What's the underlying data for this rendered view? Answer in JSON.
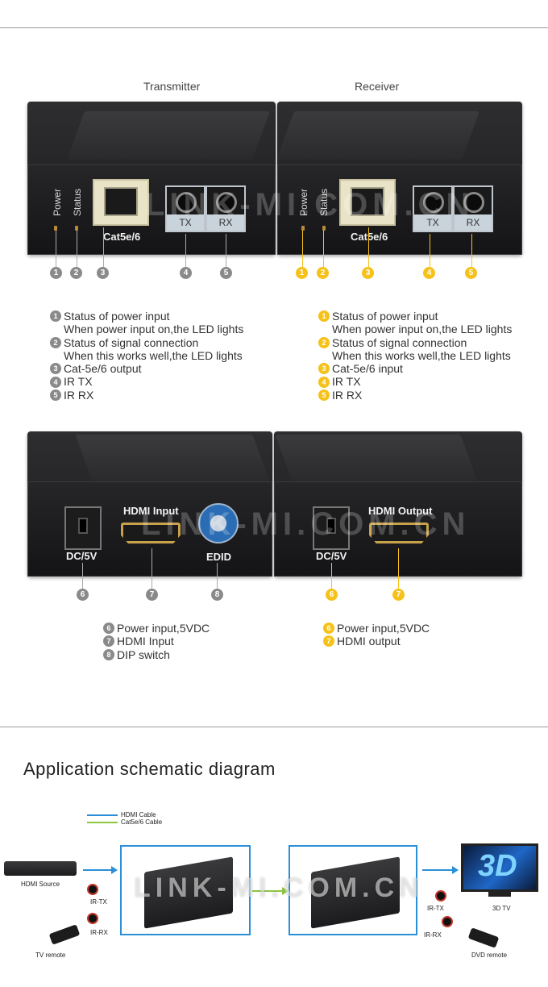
{
  "headers": {
    "transmitter": "Transmitter",
    "receiver": "Receiver"
  },
  "watermark": "LINK-MI.COM.CN",
  "front": {
    "power": "Power",
    "status": "Status",
    "cat": "Cat5e/6",
    "tx": "TX",
    "rx": "RX",
    "tx_numbers": [
      "1",
      "2",
      "3",
      "4",
      "5"
    ],
    "rx_numbers": [
      "1",
      "2",
      "3",
      "4",
      "5"
    ]
  },
  "legend_tx": [
    {
      "n": "1",
      "text": "Status of power input"
    },
    {
      "n": "",
      "text": "When power input on,the LED lights"
    },
    {
      "n": "2",
      "text": "Status of signal connection"
    },
    {
      "n": "",
      "text": "When this works well,the LED lights"
    },
    {
      "n": "3",
      "text": "Cat-5e/6 output"
    },
    {
      "n": "4",
      "text": "IR TX"
    },
    {
      "n": "5",
      "text": "IR RX"
    }
  ],
  "legend_rx": [
    {
      "n": "1",
      "text": "Status of power input"
    },
    {
      "n": "",
      "text": "When power input on,the LED lights"
    },
    {
      "n": "2",
      "text": "Status of signal connection"
    },
    {
      "n": "",
      "text": "When this works well,the LED lights"
    },
    {
      "n": "3",
      "text": "Cat-5e/6 input"
    },
    {
      "n": "4",
      "text": "IR TX"
    },
    {
      "n": "5",
      "text": "IR RX"
    }
  ],
  "rear": {
    "dc": "DC/5V",
    "hdmi_in": "HDMI Input",
    "edid": "EDID",
    "hdmi_out": "HDMI Output",
    "tx_numbers": [
      "6",
      "7",
      "8"
    ],
    "rx_numbers": [
      "6",
      "7"
    ]
  },
  "legend_rear_tx": [
    {
      "n": "6",
      "text": "Power input,5VDC"
    },
    {
      "n": "7",
      "text": "HDMI Input"
    },
    {
      "n": "8",
      "text": "DIP switch"
    }
  ],
  "legend_rear_rx": [
    {
      "n": "6",
      "text": "Power input,5VDC"
    },
    {
      "n": "7",
      "text": "HDMI output"
    }
  ],
  "schematic": {
    "title": "Application schematic diagram",
    "legend_hdmi": "HDMI Cable",
    "legend_cat": "Cat5e/6 Cable",
    "hdmi_source": "HDMI Source",
    "ir_tx": "IR-TX",
    "ir_rx": "IR-RX",
    "tv_remote": "TV remote",
    "tv": "3D TV",
    "ir_tx2": "IR-TX",
    "ir_rx2": "IR-RX",
    "dvd_remote": "DVD remote",
    "tv_screen_text": "3D"
  },
  "colors": {
    "accent_yellow": "#f6c21a",
    "grey_marker": "#8a8a8a",
    "hdmi_cable": "#2a8fd6",
    "cat_cable": "#8cc63f"
  }
}
